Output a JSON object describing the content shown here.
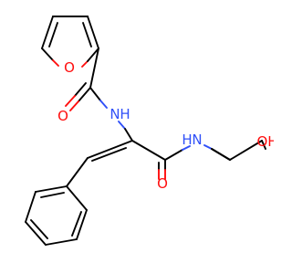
{
  "molecule": {
    "atoms": {
      "furan_o": "O",
      "carbonyl_o_amide1": "O",
      "nh_amide1": "N",
      "h_amide1": "H",
      "nh_amide2": "N",
      "h_amide2": "H",
      "carbonyl_o_amide2": "O",
      "hydroxyl": "OH"
    },
    "colors": {
      "oxygen": "#ff0d0d",
      "nitrogen": "#3050f8",
      "carbon": "#000000",
      "background": "#ffffff"
    }
  }
}
